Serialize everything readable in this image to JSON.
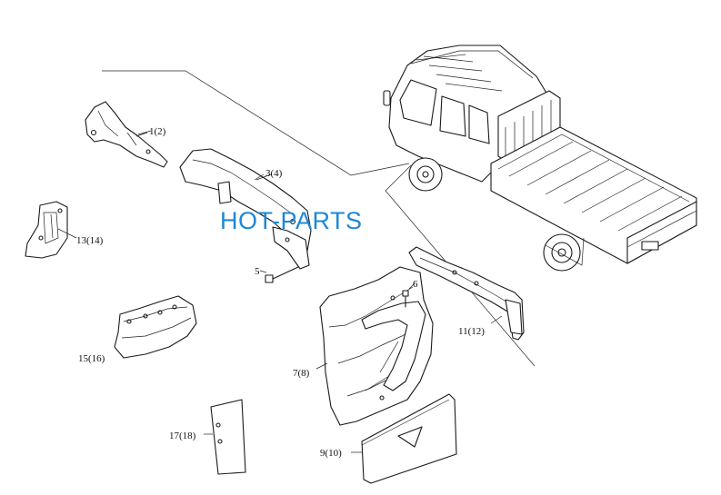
{
  "watermark": "HOT-PARTS",
  "colors": {
    "line": "#1a1a1a",
    "watermark": "#1e88d6",
    "background": "#ffffff"
  },
  "labels": {
    "p1": "1(2)",
    "p3": "3(4)",
    "p5": "5",
    "p6": "6",
    "p7": "7(8)",
    "p9": "9(10)",
    "p11": "11(12)",
    "p13": "13(14)",
    "p15": "15(16)",
    "p17": "17(18)"
  }
}
